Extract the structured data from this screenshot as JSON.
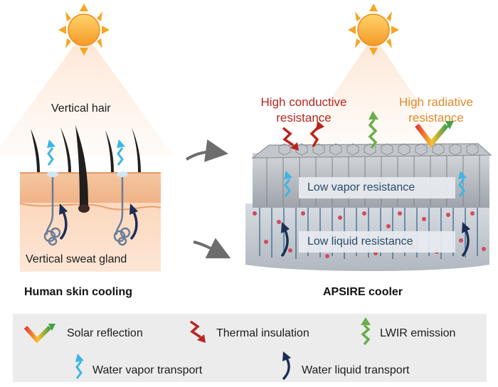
{
  "skin_panel": {
    "hair_label": "Vertical hair",
    "gland_label": "Vertical sweat gland",
    "caption": "Human skin cooling"
  },
  "cooler_panel": {
    "conductive_label": [
      "High conductive",
      "resistance"
    ],
    "radiative_label": [
      "High radiative",
      "resistance"
    ],
    "vapor_label": "Low vapor resistance",
    "liquid_label": "Low liquid resistance",
    "caption": "APSIRE cooler"
  },
  "legend": {
    "solar": "Solar reflection",
    "thermal": "Thermal insulation",
    "lwir": "LWIR emission",
    "vapor": "Water vapor transport",
    "liquid": "Water liquid transport"
  },
  "colors": {
    "sun": "#f5a623",
    "thermal": "#b8251f",
    "radiative": "#e08a2a",
    "lwir": "#6aae4a",
    "vapor": "#3cb6e6",
    "liquid": "#1b2f55",
    "skin": "#f2b98c"
  }
}
